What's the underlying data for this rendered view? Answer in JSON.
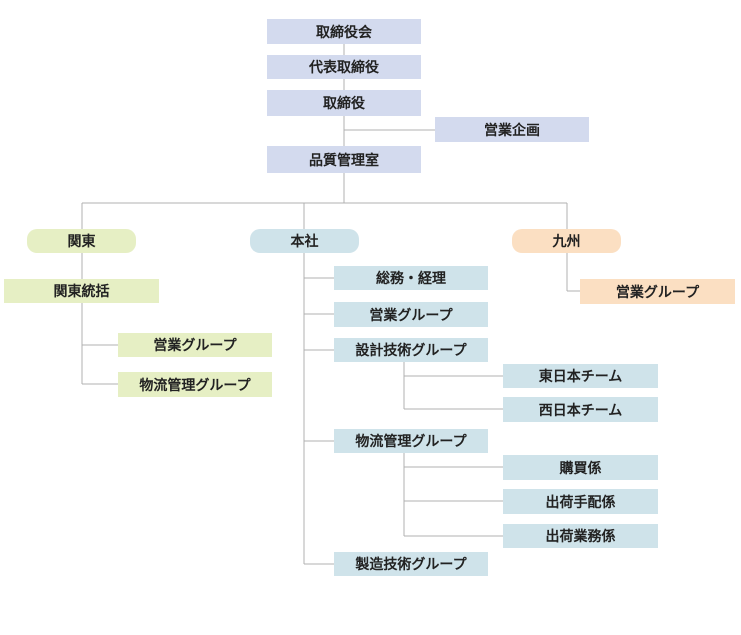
{
  "top": {
    "board": "取締役会",
    "president": "代表取締役",
    "director": "取締役",
    "sales_planning": "営業企画",
    "qa": "品質管理室"
  },
  "kanto": {
    "name": "関東",
    "lead": "関東統括",
    "groups": [
      "営業グループ",
      "物流管理グループ"
    ]
  },
  "honsha": {
    "name": "本社",
    "general": "総務・経理",
    "sales": "営業グループ",
    "design": "設計技術グループ",
    "design_teams": [
      "東日本チーム",
      "西日本チーム"
    ],
    "logistics": "物流管理グループ",
    "logistics_sections": [
      "購買係",
      "出荷手配係",
      "出荷業務係"
    ],
    "manufacturing": "製造技術グループ"
  },
  "kyushu": {
    "name": "九州",
    "groups": [
      "営業グループ"
    ]
  },
  "colors": {
    "executive": "#d3daee",
    "honsha": "#cfe3ea",
    "kanto": "#e6efc4",
    "kyushu": "#fbdfc2",
    "connector": "#b0b0b0"
  }
}
